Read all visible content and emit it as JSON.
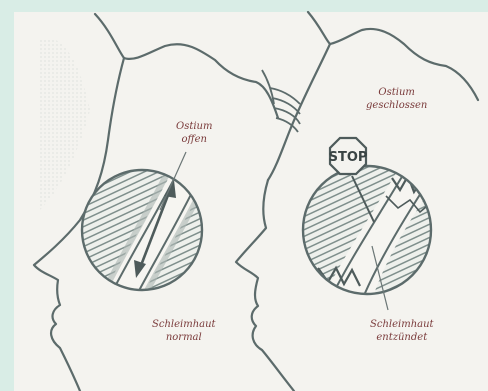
{
  "colors": {
    "background": "#d9ede6",
    "panel": "#f4f3ef",
    "line": "#5c6b6b",
    "hatch": "#7f8f8c",
    "label": "#7a3b3b"
  },
  "left": {
    "top_label": [
      "Ostium",
      "offen"
    ],
    "bottom_label": [
      "Schleimhaut",
      "normal"
    ]
  },
  "right": {
    "top_label": [
      "Ostium",
      "geschlossen"
    ],
    "sign": "STOP",
    "bottom_label": [
      "Schleimhaut",
      "entzündet"
    ]
  }
}
